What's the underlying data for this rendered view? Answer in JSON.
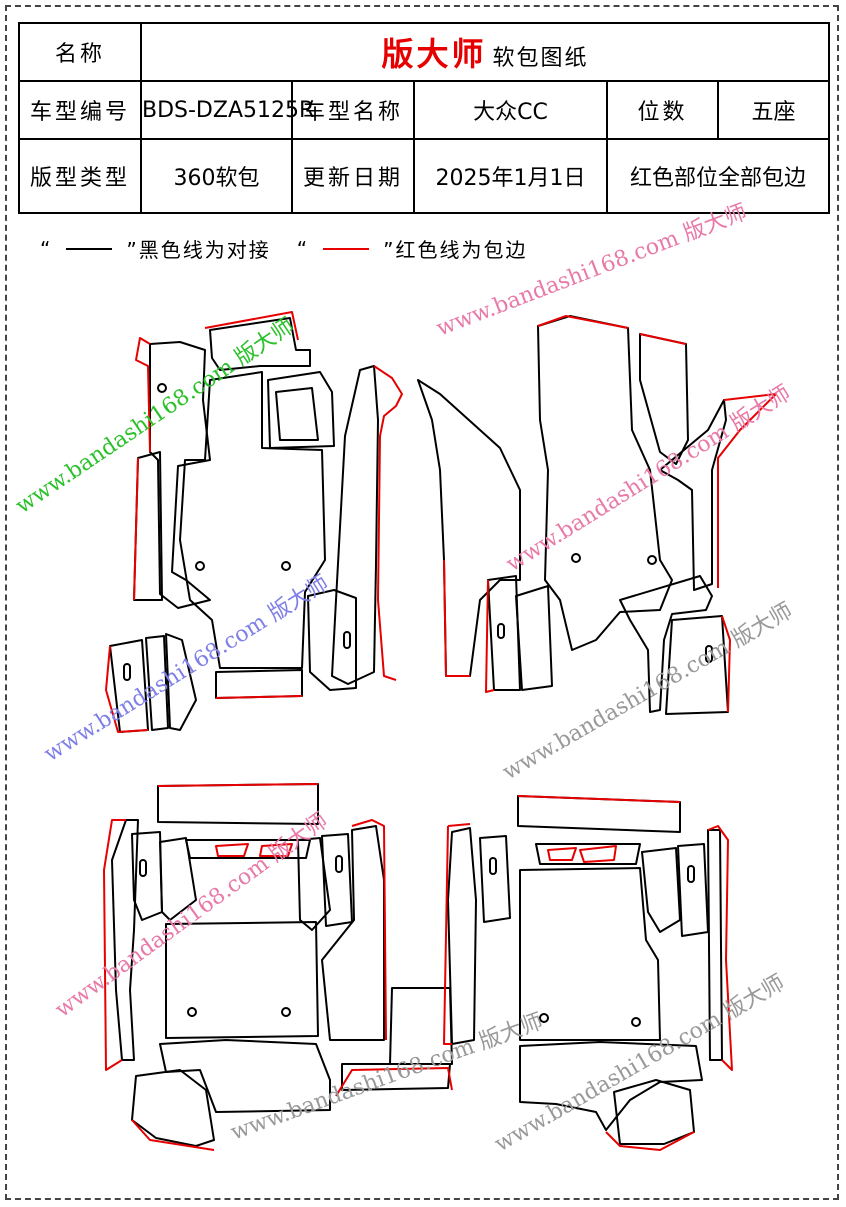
{
  "header": {
    "name_label": "名称",
    "brand": "版大师",
    "subtitle": "软包图纸",
    "model_code_label": "车型编号",
    "model_code": "BDS-DZA5125R",
    "model_name_label": "车型名称",
    "model_name": "大众CC",
    "seats_label": "位数",
    "seats": "五座",
    "type_label": "版型类型",
    "type": "360软包",
    "date_label": "更新日期",
    "date": "2025年1月1日",
    "note": "红色部位全部包边"
  },
  "legend": {
    "black_prefix": "“",
    "black_suffix": "”黑色线为对接",
    "red_prefix": "“",
    "red_suffix": "”红色线为包边"
  },
  "watermark": {
    "url": "www.bandashi168.com",
    "brand": "版大师"
  },
  "colors": {
    "cut_line": "#000000",
    "edge_binding": "#e60000",
    "watermark_pink": "#e87aa8",
    "watermark_green": "#2bc12b",
    "watermark_blue": "#7f7fe8",
    "watermark_gray": "#999999"
  }
}
